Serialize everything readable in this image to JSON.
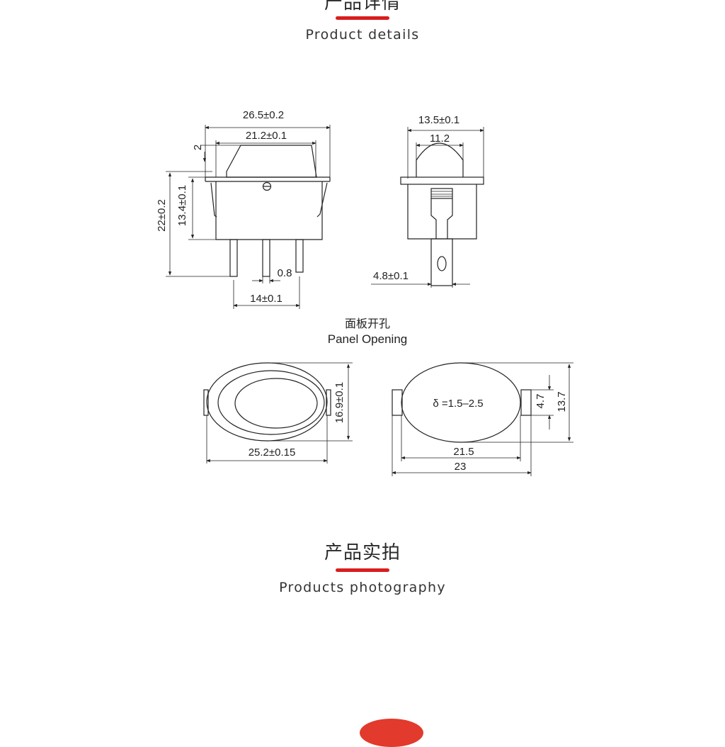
{
  "sections": {
    "details": {
      "title_cn": "产品详情",
      "title_en": "Product details"
    },
    "photo": {
      "title_cn": "产品实拍",
      "title_en": "Products photography"
    }
  },
  "accent_color": "#d91e1e",
  "drawing": {
    "side_view": {
      "overall_width": "26.5±0.2",
      "inner_width": "21.2±0.1",
      "rocker_height": "2",
      "overall_height": "22±0.2",
      "body_height": "13.4±0.1",
      "pin_width": "0.8",
      "pin_spacing": "14±0.1"
    },
    "front_view": {
      "overall_width": "13.5±0.1",
      "rocker_width": "11.2",
      "terminal_width": "4.8±0.1"
    },
    "panel_opening": {
      "title_cn": "面板开孔",
      "title_en": "Panel Opening",
      "bezel_height": "16.9±0.1",
      "bezel_width": "25.2±0.15",
      "thickness": "δ =1.5–2.5",
      "hole_inner_height": "4.7",
      "hole_height": "13.7",
      "hole_width": "21.5",
      "overall_width": "23"
    }
  }
}
